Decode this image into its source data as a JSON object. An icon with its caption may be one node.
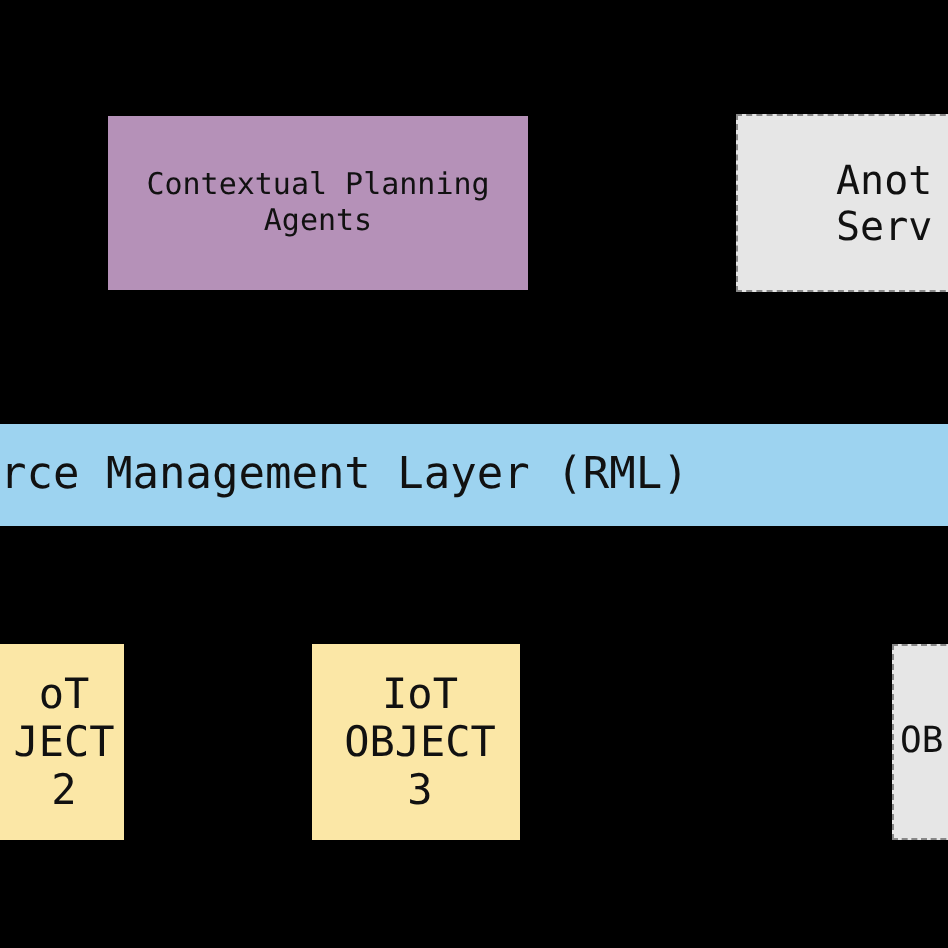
{
  "diagram": {
    "nodes": [
      {
        "text": [
          "Contextual Planning Agents"
        ]
      },
      {
        "text": [
          "Anot Serv"
        ]
      },
      {
        "text": [
          "rce Management Layer (RML)"
        ]
      },
      {
        "text": [
          "oT JECT 2"
        ]
      },
      {
        "text": [
          "IoT OBJECT 3"
        ]
      },
      {
        "text": [
          "OB"
        ]
      }
    ]
  }
}
